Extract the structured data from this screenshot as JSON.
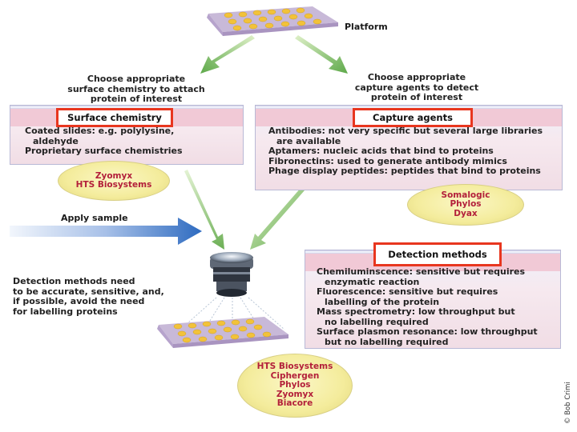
{
  "platform": {
    "label": "Platform"
  },
  "left_instruction": {
    "lines": [
      "Choose appropriate",
      "surface chemistry to attach",
      "protein of interest"
    ]
  },
  "right_instruction": {
    "lines": [
      "Choose appropriate",
      "capture agents to detect",
      "protein of interest"
    ]
  },
  "surface_chemistry": {
    "title": "Surface chemistry",
    "lines": [
      "Coated slides: e.g. polylysine,",
      "aldehyde",
      "Proprietary surface chemistries"
    ]
  },
  "capture_agents": {
    "title": "Capture agents",
    "lines": [
      "Antibodies: not very specific but several large libraries",
      "are available",
      "Aptamers: nucleic acids that bind to proteins",
      "Fibronectins: used to generate antibody mimics",
      "Phage display peptides: peptides that bind to proteins"
    ]
  },
  "left_companies": [
    "Zyomyx",
    "HTS Biosystems"
  ],
  "right_companies": [
    "Somalogic",
    "Phylos",
    "Dyax"
  ],
  "apply_sample": {
    "label": "Apply sample"
  },
  "detection_note": {
    "lines": [
      "Detection methods need",
      "to be accurate, sensitive, and,",
      "if possible, avoid the need",
      "for labelling proteins"
    ]
  },
  "detection_methods": {
    "title": "Detection methods",
    "lines": [
      "Chemiluminscence: sensitive but requires",
      "enzymatic reaction",
      "Fluorescence: sensitive but requires",
      "labelling of the protein",
      "Mass spectrometry: low throughput but",
      "no labelling required",
      "Surface plasmon resonance: low throughput",
      "but no labelling required"
    ]
  },
  "bottom_companies": [
    "HTS Biosystems",
    "Ciphergen",
    "Phylos",
    "Zyomyx",
    "Biacore"
  ],
  "credit": "© Bob Crimi",
  "colors": {
    "header_border": "#e8361f",
    "company_text": "#b3203a",
    "arrow_green": "#6fae55",
    "arrow_blue": "#2e6bc0"
  }
}
